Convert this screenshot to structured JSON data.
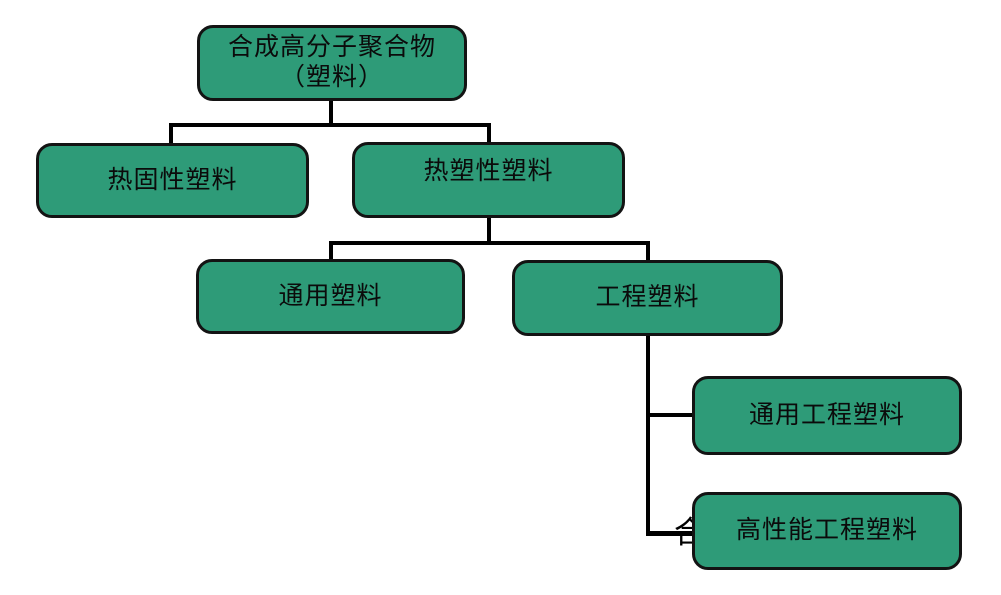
{
  "diagram": {
    "nodes": {
      "root": {
        "line1": "合成高分子聚合物",
        "line2": "（塑料）"
      },
      "thermoset": {
        "label": "热固性塑料"
      },
      "thermoplastic": {
        "label": "热塑性塑料"
      },
      "general": {
        "label": "通用塑料"
      },
      "engineering": {
        "label": "工程塑料"
      },
      "general_eng": {
        "label": "通用工程塑料"
      },
      "high_perf_eng": {
        "label": "高性能工程塑料"
      }
    },
    "artifacts": {
      "partial_left": "合",
      "partial_right": "）"
    },
    "colors": {
      "node_fill": "#2E9B78",
      "node_border": "#131313",
      "connector": "#000000",
      "text": "#0b0b0b",
      "background": "#ffffff"
    }
  }
}
